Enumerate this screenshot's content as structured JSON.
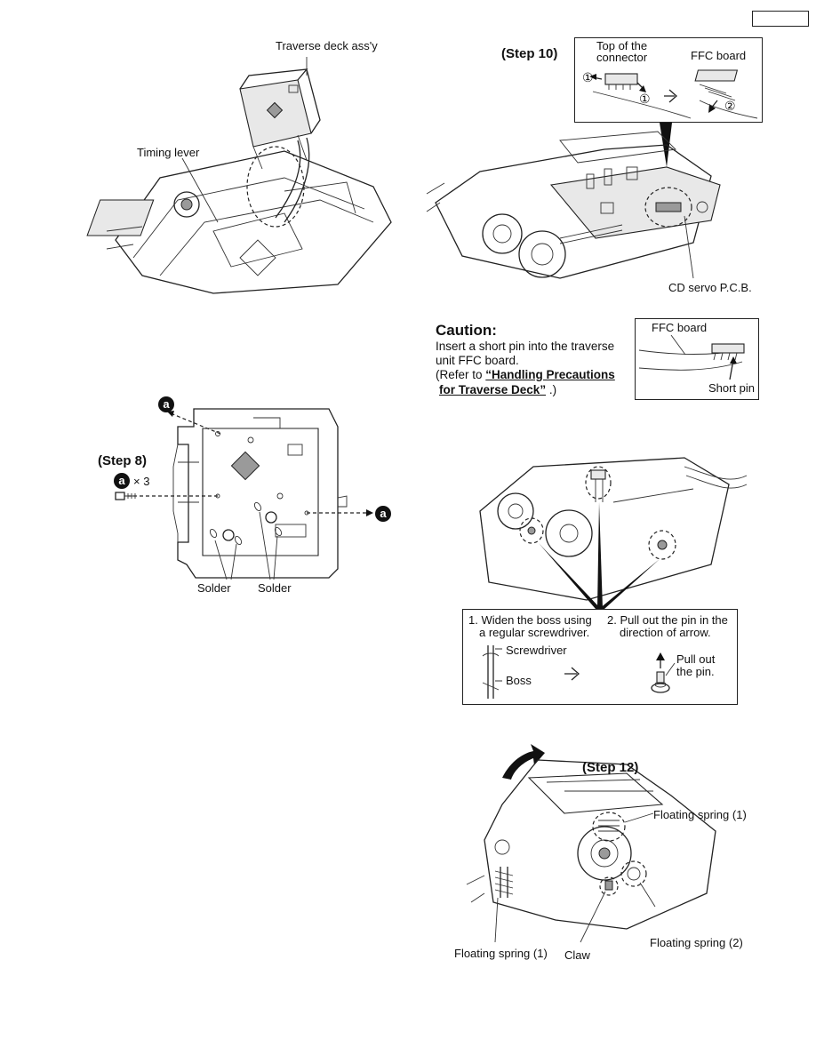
{
  "header": {
    "page_box_text": ""
  },
  "fig_traverse": {
    "traverse_label": "Traverse deck ass'y",
    "timing_label": "Timing lever"
  },
  "fig_step10": {
    "step": "(Step 10)",
    "top_connector": "Top of the\nconnector",
    "ffc_board": "FFC board",
    "num1a": "①",
    "num1b": "①",
    "num2": "②",
    "cd_servo": "CD servo P.C.B."
  },
  "caution": {
    "title": "Caution:",
    "line1": "Insert a short pin into the traverse",
    "line2": "unit FFC board.",
    "line3_pre": "(Refer to ",
    "link1": "“Handling Precautions",
    "link2": "for Traverse Deck”",
    "line4_post": " .)",
    "box_ffc": "FFC board",
    "box_pin": "Short pin"
  },
  "fig_step8": {
    "marker": "a",
    "step": "(Step 8)",
    "times": "× 3",
    "solder1": "Solder",
    "solder2": "Solder"
  },
  "fig_boss": {
    "instr1_a": "1. Widen the boss using",
    "instr1_b": "a regular screwdriver.",
    "instr2_a": "2. Pull out the pin in the",
    "instr2_b": "direction of arrow.",
    "screwdriver": "Screwdriver",
    "boss": "Boss",
    "pull_a": "Pull out",
    "pull_b": "the pin."
  },
  "fig_step12": {
    "step": "(Step 12)",
    "fs1_top": "Floating spring (1)",
    "fs1_bottom": "Floating spring (1)",
    "fs2": "Floating spring (2)",
    "claw": "Claw"
  }
}
